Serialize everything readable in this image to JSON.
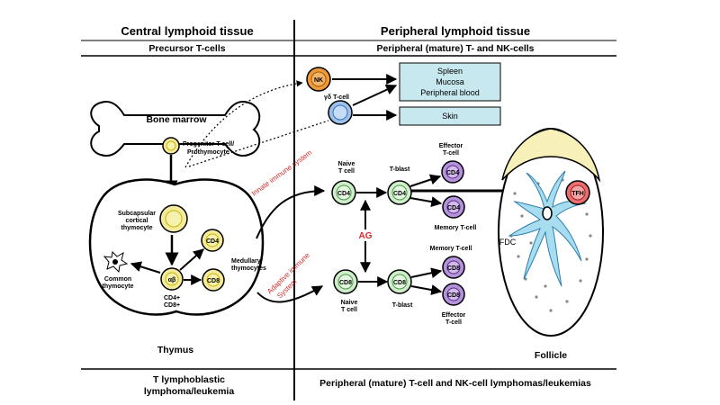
{
  "headers": {
    "central": "Central lymphoid tissue",
    "peripheral": "Peripheral lymphoid tissue",
    "central_sub": "Precursor T-cells",
    "peripheral_sub": "Peripheral (mature) T- and NK-cells"
  },
  "bone_marrow": {
    "title": "Bone marrow",
    "progenitor_line1": "Progenitor T-cell/",
    "progenitor_line2": "Prothymocyte"
  },
  "thymus": {
    "title": "Thymus",
    "subcapsular_line1": "Subcapsular",
    "subcapsular_line2": "cortical",
    "subcapsular_line3": "thymocyte",
    "cd4_label": "CD4",
    "cd8_label": "CD8",
    "medullary_line1": "Medullary",
    "medullary_line2": "thymocytes",
    "ab_label": "αβ",
    "common_line1": "Common",
    "common_line2": "thymocyte",
    "cd4cd8_line1": "CD4+",
    "cd4cd8_line2": "CD8+"
  },
  "peripheral": {
    "nk_label": "NK",
    "gd_label": "γδ T-cell",
    "box1_line1": "Spleen",
    "box1_line2": "Mucosa",
    "box1_line3": "Peripheral blood",
    "box2": "Skin",
    "innate_label": "Innate immune system",
    "adaptive_line1": "Adaptive immune",
    "adaptive_line2": "System",
    "naive_top_line1": "Naive",
    "naive_top_line2": "T cell",
    "tblast_top": "T-blast",
    "effector_top_line1": "Effector",
    "effector_top_line2": "T-cell",
    "memory_top": "Memory  T-cell",
    "ag_label": "AG",
    "memory_bottom": "Memory  T-cell",
    "naive_bottom_line1": "Naive",
    "naive_bottom_line2": "T cell",
    "tblast_bottom": "T-blast",
    "effector_bottom_line1": "Effector",
    "effector_bottom_line2": "T-cell",
    "cd4": "CD4",
    "cd8": "CD8"
  },
  "follicle": {
    "title": "Follicle",
    "fdc": "FDC",
    "tfh": "TFH"
  },
  "footer": {
    "left_line1": "T lymphoblastic",
    "left_line2": "lymphoma/leukemia",
    "right": "Peripheral (mature) T-cell and NK-cell lymphomas/leukemias"
  },
  "colors": {
    "yellow_cell": "#f3eb9b",
    "green_cell": "#cfeccb",
    "purple_cell": "#b592dc",
    "blue_cell": "#9cc2ec",
    "nk_cell": "#ef9a3a",
    "tfh_cell": "#ec6d6d",
    "box_fill": "#c7e8ee",
    "fdc": "#a8dcef",
    "crescent": "#f7f1b9",
    "red_text": "#d42a2a"
  }
}
